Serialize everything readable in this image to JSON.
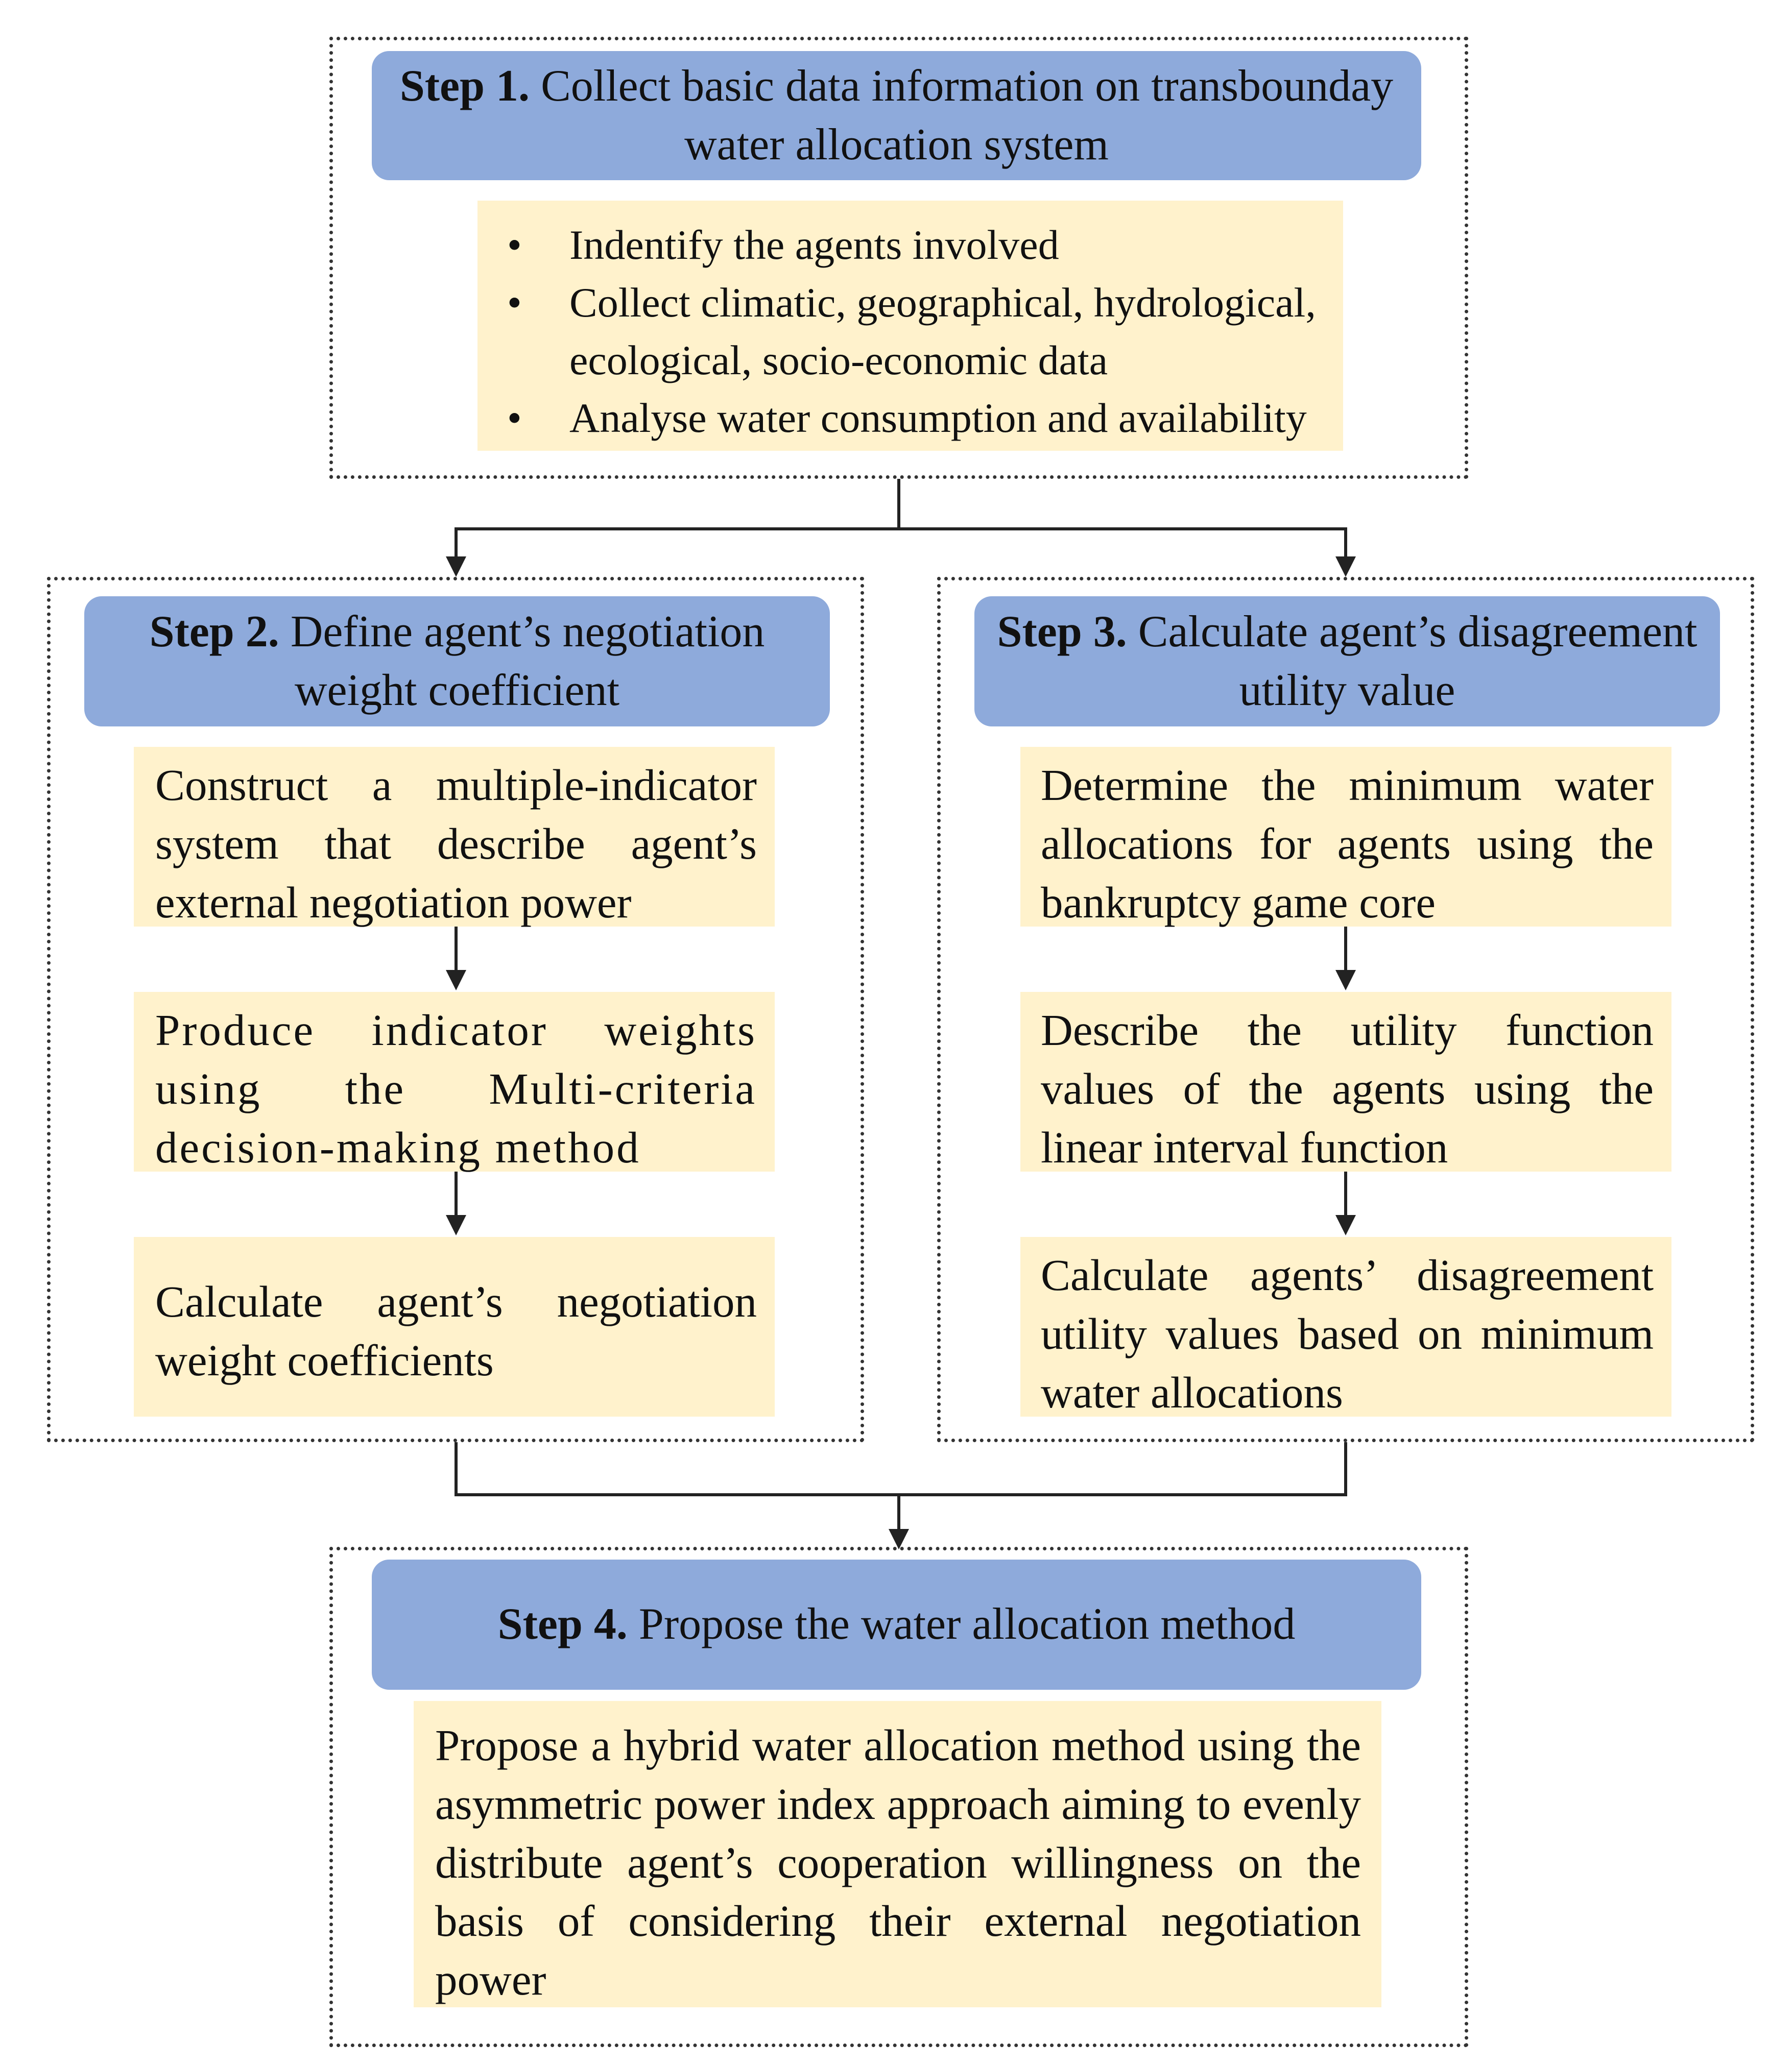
{
  "step1": {
    "prefix": "Step 1.",
    "title": " Collect basic data information on transbounday water allocation system",
    "bullets": [
      "Indentify the agents involved",
      "Collect climatic, geographical, hydrological, ecological, socio-economic data",
      "Analyse water consumption and availability"
    ]
  },
  "step2": {
    "prefix": "Step 2.",
    "title": " Define agent’s negotiation weight coefficient",
    "boxes": [
      "Construct a multiple-indicator system that describe agent’s external negotiation power",
      "Produce indicator weights using the Multi-criteria decision-making method",
      "Calculate agent’s negotiation weight coefficients"
    ]
  },
  "step3": {
    "prefix": "Step 3.",
    "title": " Calculate agent’s disagreement utility value",
    "boxes": [
      "Determine the minimum water allocations for agents using the bankruptcy game core",
      "Describe the utility function values of the agents using the linear interval function",
      "Calculate agents’ disagreement utility values based on minimum water allocations"
    ]
  },
  "step4": {
    "prefix": "Step 4.",
    "title": " Propose the water allocation method",
    "box": "Propose a hybrid water allocation method using the asymmetric power index approach aiming to evenly distribute agent’s cooperation willingness on the basis of considering their external negotiation power"
  },
  "colors": {
    "header_fill": "#8eaadb",
    "box_fill": "#fff2cc",
    "frame_border": "#333333"
  }
}
